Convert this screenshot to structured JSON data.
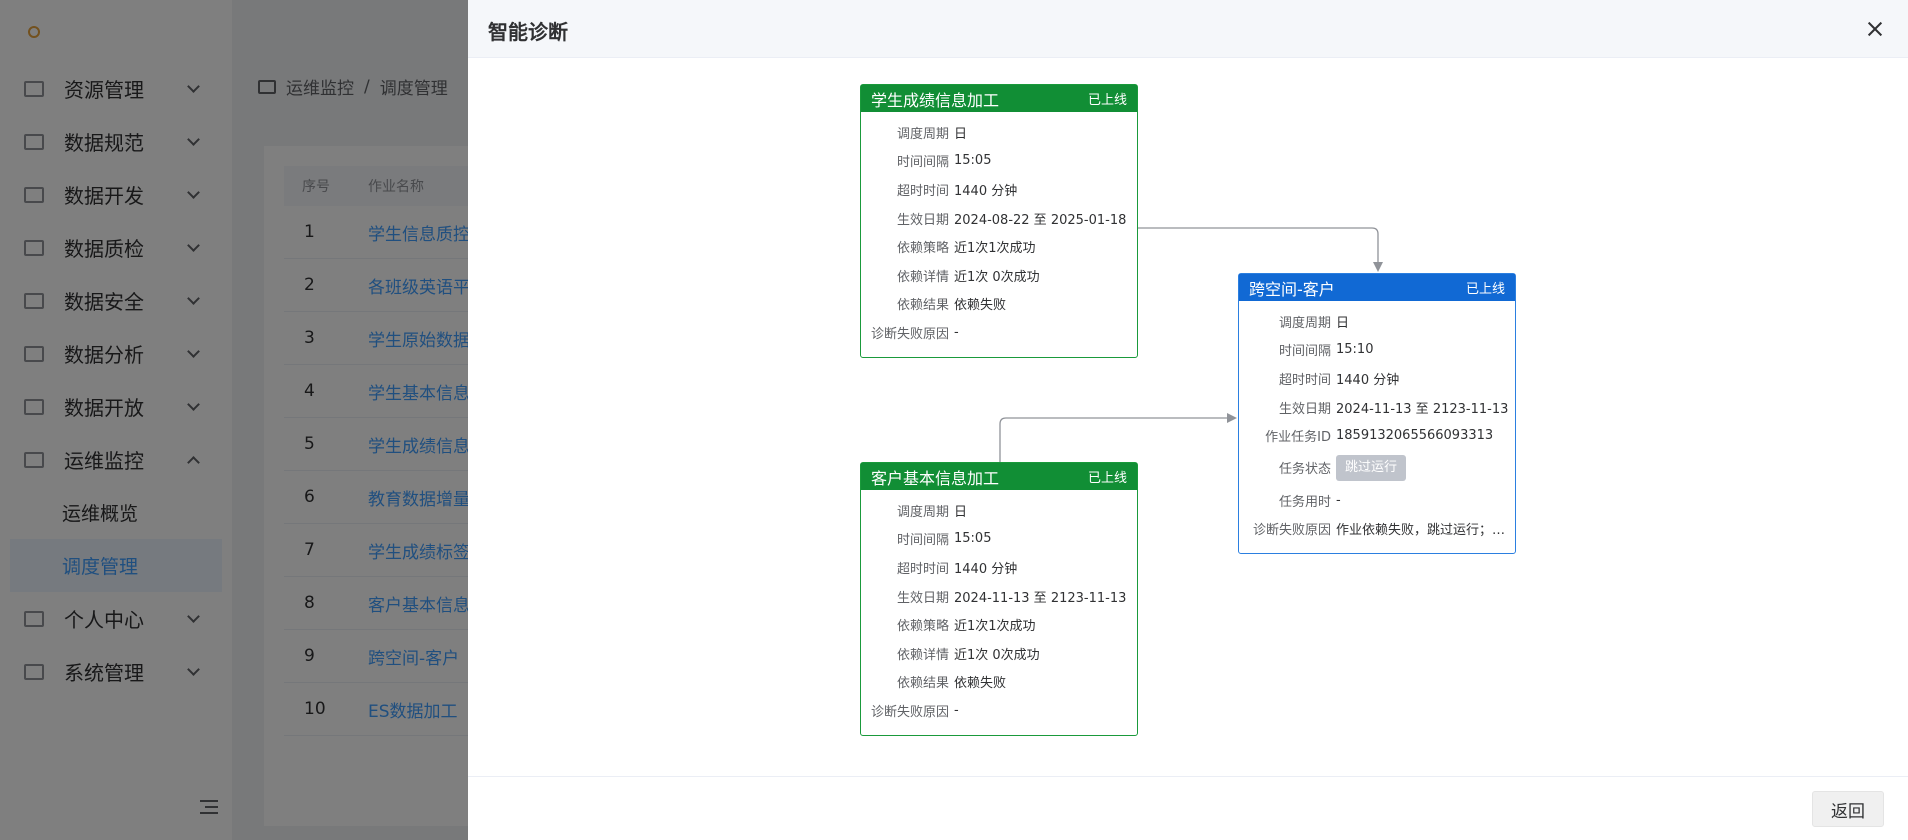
{
  "sidebar": {
    "items": [
      {
        "label": "资源管理",
        "expanded": false
      },
      {
        "label": "数据规范",
        "expanded": false
      },
      {
        "label": "数据开发",
        "expanded": false
      },
      {
        "label": "数据质检",
        "expanded": false
      },
      {
        "label": "数据安全",
        "expanded": false
      },
      {
        "label": "数据分析",
        "expanded": false
      },
      {
        "label": "数据开放",
        "expanded": false
      },
      {
        "label": "运维监控",
        "expanded": true
      },
      {
        "label": "个人中心",
        "expanded": false
      },
      {
        "label": "系统管理",
        "expanded": false
      }
    ],
    "subitems": [
      "运维概览",
      "调度管理"
    ]
  },
  "breadcrumb": [
    "运维监控",
    "/",
    "调度管理"
  ],
  "table": {
    "headers": [
      "序号",
      "作业名称"
    ],
    "rows": [
      {
        "idx": "1",
        "name": "学生信息质控"
      },
      {
        "idx": "2",
        "name": "各班级英语平"
      },
      {
        "idx": "3",
        "name": "学生原始数据"
      },
      {
        "idx": "4",
        "name": "学生基本信息"
      },
      {
        "idx": "5",
        "name": "学生成绩信息"
      },
      {
        "idx": "6",
        "name": "教育数据增量"
      },
      {
        "idx": "7",
        "name": "学生成绩标签"
      },
      {
        "idx": "8",
        "name": "客户基本信息"
      },
      {
        "idx": "9",
        "name": "跨空间-客户"
      },
      {
        "idx": "10",
        "name": "ES数据加工"
      }
    ]
  },
  "drawer": {
    "title": "智能诊断",
    "back_label": "返回"
  },
  "nodes": {
    "n1": {
      "name": "学生成绩信息加工",
      "status": "已上线",
      "fields": [
        {
          "k": "调度周期",
          "v": "日"
        },
        {
          "k": "时间间隔",
          "v": "15:05"
        },
        {
          "k": "超时时间",
          "v": "1440 分钟"
        },
        {
          "k": "生效日期",
          "v": "2024-08-22 至 2025-01-18"
        },
        {
          "k": "依赖策略",
          "v": "近1次1次成功"
        },
        {
          "k": "依赖详情",
          "v": "近1次 0次成功"
        },
        {
          "k": "依赖结果",
          "v": "依赖失败"
        },
        {
          "k": "诊断失败原因",
          "v": "-"
        }
      ]
    },
    "n2": {
      "name": "客户基本信息加工",
      "status": "已上线",
      "fields": [
        {
          "k": "调度周期",
          "v": "日"
        },
        {
          "k": "时间间隔",
          "v": "15:05"
        },
        {
          "k": "超时时间",
          "v": "1440 分钟"
        },
        {
          "k": "生效日期",
          "v": "2024-11-13 至 2123-11-13"
        },
        {
          "k": "依赖策略",
          "v": "近1次1次成功"
        },
        {
          "k": "依赖详情",
          "v": "近1次 0次成功"
        },
        {
          "k": "依赖结果",
          "v": "依赖失败"
        },
        {
          "k": "诊断失败原因",
          "v": "-"
        }
      ]
    },
    "n3": {
      "name": "跨空间-客户",
      "status": "已上线",
      "fields": [
        {
          "k": "调度周期",
          "v": "日"
        },
        {
          "k": "时间间隔",
          "v": "15:10"
        },
        {
          "k": "超时时间",
          "v": "1440 分钟"
        },
        {
          "k": "生效日期",
          "v": "2024-11-13 至 2123-11-13"
        },
        {
          "k": "作业任务ID",
          "v": "1859132065566093313"
        }
      ],
      "task_status_label": "任务状态",
      "task_status_value": "跳过运行",
      "fields_after": [
        {
          "k": "任务用时",
          "v": "-"
        },
        {
          "k": "诊断失败原因",
          "v": "作业依赖失败，跳过运行；依赖作业诊断"
        }
      ]
    }
  },
  "colors": {
    "node_green": "#118e35",
    "node_blue": "#1169d4",
    "edge": "#909399",
    "link": "#409eff"
  }
}
